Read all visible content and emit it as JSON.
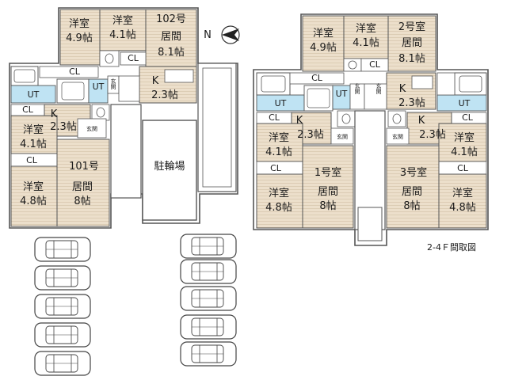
{
  "north_label": "N",
  "parking_label": "駐輪場",
  "floor_caption": "2-4Ｆ間取図",
  "room_102": "102号",
  "room_101": "101号",
  "room_1": "1号室",
  "room_2": "2号室",
  "room_3": "3号室",
  "western": "洋室",
  "living": "居間",
  "kitchen": "K",
  "size_49": "4.9帖",
  "size_41": "4.1帖",
  "size_81": "8.1帖",
  "size_23": "2.3帖",
  "size_48": "4.8帖",
  "size_8": "8帖",
  "size_23_split": "2.3帖",
  "closet": "CL",
  "utility": "UT",
  "entrance": "玄関",
  "entrance_v": "玄関",
  "colors": {
    "floor": "#eaddc8",
    "line": "#555555",
    "bath": "#bfe3f3",
    "parking": "#ffffff"
  },
  "icons": [
    "compass-arrow-icon",
    "car-icon",
    "bathtub-icon",
    "toilet-icon",
    "sink-icon"
  ]
}
